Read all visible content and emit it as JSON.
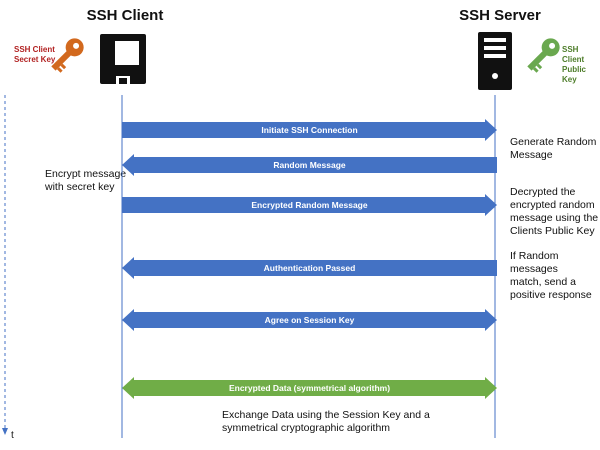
{
  "client": {
    "title": "SSH Client",
    "key_label_line1": "SSH Client",
    "key_label_line2": "Secret Key",
    "key_color": "#d2691e",
    "key_label_color": "#b22222",
    "icon": "computer-icon"
  },
  "server": {
    "title": "SSH Server",
    "key_label_line1": "SSH Client",
    "key_label_line2": "Public Key",
    "key_color": "#6aa84f",
    "key_label_color": "#4e7d2a",
    "icon": "server-icon"
  },
  "arrows": [
    {
      "label": "Initiate SSH Connection",
      "direction": "right",
      "color": "#4472c4"
    },
    {
      "label": "Random Message",
      "direction": "left",
      "color": "#4472c4"
    },
    {
      "label": "Encrypted Random Message",
      "direction": "right",
      "color": "#4472c4"
    },
    {
      "label": "Authentication Passed",
      "direction": "left",
      "color": "#4472c4"
    },
    {
      "label": "Agree on Session Key",
      "direction": "both",
      "color": "#4472c4"
    },
    {
      "label": "Encrypted Data (symmetrical algorithm)",
      "direction": "both",
      "color": "#70ad47"
    }
  ],
  "notes": {
    "server_generate": [
      "Generate Random",
      "Message"
    ],
    "client_encrypt": [
      "Encrypt message",
      "with secret key"
    ],
    "server_decrypt": [
      "Decrypted the",
      "encrypted random",
      "message using the",
      "Clients Public Key"
    ],
    "server_match": [
      "If Random messages",
      "match, send a",
      "positive response"
    ],
    "exchange": [
      "Exchange Data using the Session Key and a",
      "symmetrical cryptographic algorithm"
    ]
  },
  "time_axis_label": "t",
  "lifeline_color": "#4472c4"
}
